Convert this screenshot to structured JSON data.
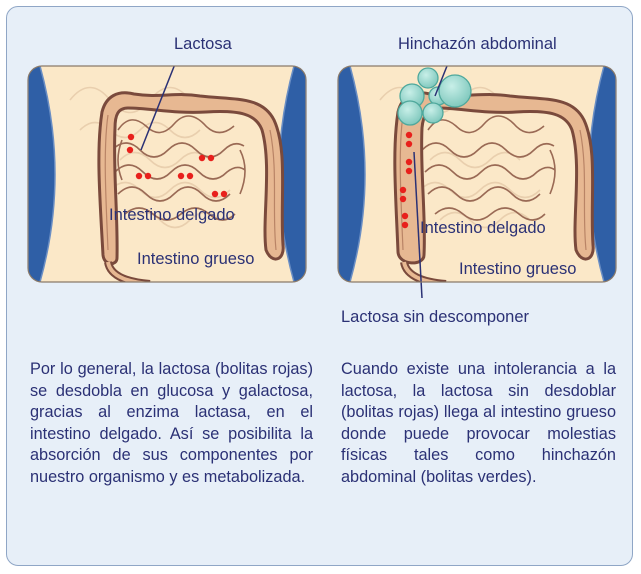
{
  "left_panel": {
    "lactosa_label": "Lactosa",
    "small_intestine_label": "Intestino delgado",
    "large_intestine_label": "Intestino grueso",
    "description": "Por lo general, la lactosa (bolitas rojas) se desdobla en glucosa y galactosa, gracias al enzima lactasa, en el intestino delgado. Así se posibilita la absorción de sus componentes por nuestro organismo y es metabolizada."
  },
  "right_panel": {
    "bloating_label": "Hinchazón abdominal",
    "small_intestine_label": "Intestino delgado",
    "large_intestine_label": "Intestino grueso",
    "undigested_label": "Lactosa sin descomponer",
    "description": "Cuando existe una intolerancia a la lactosa, la lactosa sin desdoblar (bolitas rojas) llega al intestino grueso donde puede provocar molestias físicas tales como hinchazón abdominal (bolitas verdes)."
  },
  "colors": {
    "panel_bg": "#e7eff8",
    "panel_border": "#8fa6c6",
    "body_fill": "#fbe8c8",
    "side_blue": "#2f5fa6",
    "colon_fill": "#e7b892",
    "colon_outline": "#7a4a3c",
    "lactose_dots": "#e8201c",
    "gas_bubbles": "#8fd3c8",
    "text": "#2b3175"
  }
}
